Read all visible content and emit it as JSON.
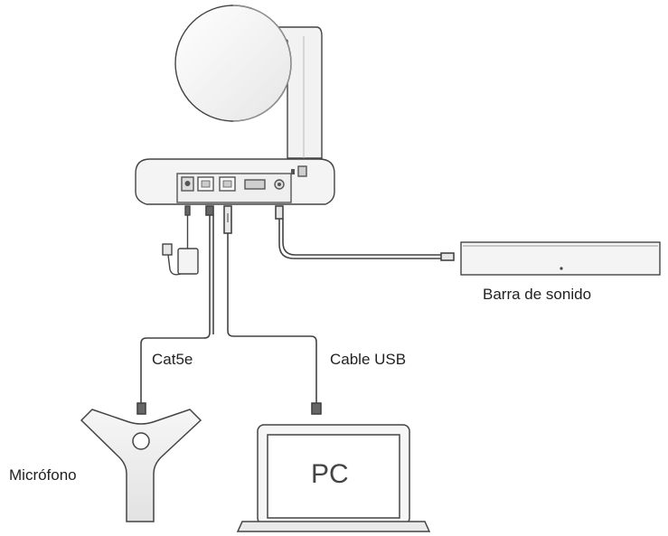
{
  "labels": {
    "soundbar": "Barra de sonido",
    "cat5e": "Cat5e",
    "usb_cable": "Cable USB",
    "microphone": "Micrófono",
    "pc": "PC"
  },
  "colors": {
    "line": "#444444",
    "fill_light": "#f4f4f4",
    "fill_mid": "#dedede",
    "fill_dark": "#555555",
    "background": "#ffffff"
  }
}
